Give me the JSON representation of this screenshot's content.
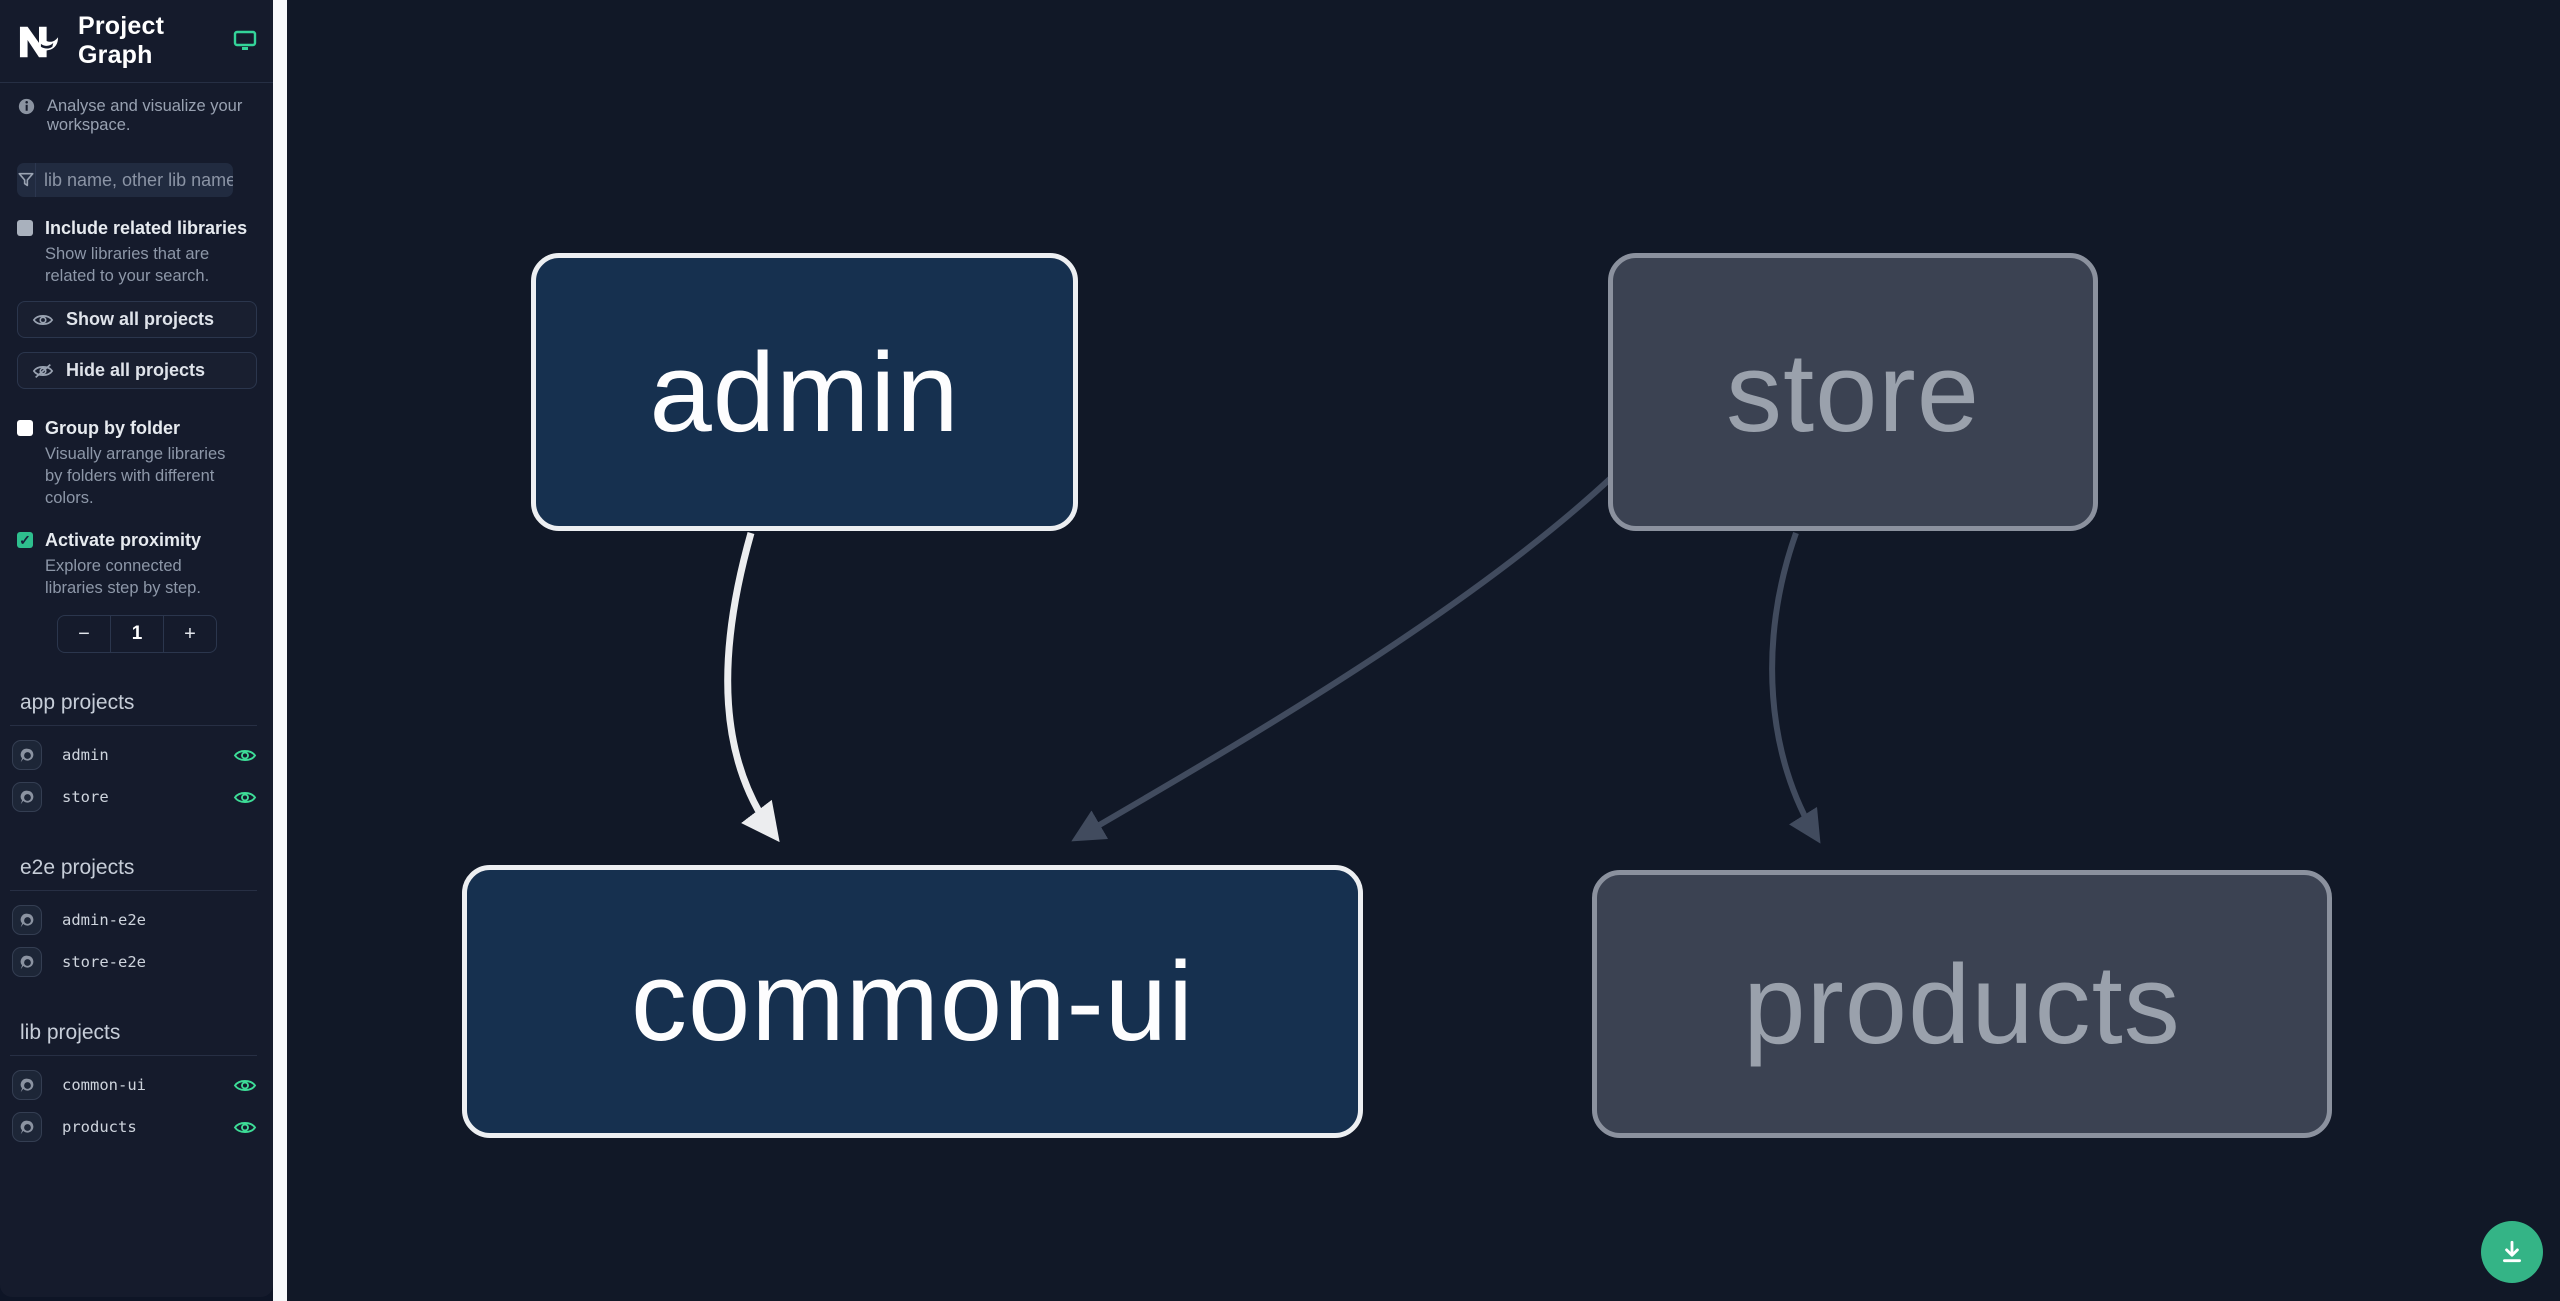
{
  "app": {
    "title": "Project Graph"
  },
  "sidebar": {
    "tagline": "Analyse and visualize your workspace.",
    "filter": {
      "placeholder": "lib name, other lib name"
    },
    "include_related": {
      "label": "Include related libraries",
      "description": "Show libraries that are related to your search.",
      "checked": false
    },
    "buttons": {
      "show_all": "Show all projects",
      "hide_all": "Hide all projects"
    },
    "group_by_folder": {
      "label": "Group by folder",
      "description": "Visually arrange libraries by folders with different colors.",
      "checked": false
    },
    "proximity": {
      "label": "Activate proximity",
      "description": "Explore connected libraries step by step.",
      "checked": true,
      "check_glyph": "✓",
      "decrement": "−",
      "value": "1",
      "increment": "+"
    },
    "sections": [
      {
        "title": "app projects",
        "items": [
          {
            "name": "admin",
            "visible": true
          },
          {
            "name": "store",
            "visible": true
          }
        ]
      },
      {
        "title": "e2e projects",
        "items": [
          {
            "name": "admin-e2e",
            "visible": false
          },
          {
            "name": "store-e2e",
            "visible": false
          }
        ]
      },
      {
        "title": "lib projects",
        "items": [
          {
            "name": "common-ui",
            "visible": true
          },
          {
            "name": "products",
            "visible": true
          }
        ]
      }
    ]
  },
  "graph": {
    "nodes": [
      {
        "id": "admin",
        "label": "admin",
        "state": "focused"
      },
      {
        "id": "store",
        "label": "store",
        "state": "dimmed"
      },
      {
        "id": "common-ui",
        "label": "common-ui",
        "state": "focused"
      },
      {
        "id": "products",
        "label": "products",
        "state": "dimmed"
      }
    ],
    "edges": [
      {
        "from": "admin",
        "to": "common-ui",
        "state": "highlighted"
      },
      {
        "from": "store",
        "to": "common-ui",
        "state": "dimmed"
      },
      {
        "from": "store",
        "to": "products",
        "state": "dimmed"
      }
    ]
  },
  "colors": {
    "accent_green": "#34d399",
    "fab_green": "#34b486",
    "sidebar_bg": "#151b2c",
    "canvas_bg": "#111827",
    "node_focused_fill": "#16304f",
    "node_focused_border": "#edeff2",
    "node_dimmed_fill": "#3b4252",
    "node_dimmed_border": "#8b919e",
    "edge_highlight": "#ecedef",
    "edge_dimmed": "#414b5e"
  },
  "icons": {
    "logo": "nx-logo",
    "header_right": "monitor-icon",
    "tagline": "info-icon",
    "filter": "funnel-icon",
    "show_all": "eye-icon",
    "hide_all": "eye-off-icon",
    "project_item": "focus-project-icon",
    "visibility": "eye-icon",
    "fab": "download-icon"
  }
}
